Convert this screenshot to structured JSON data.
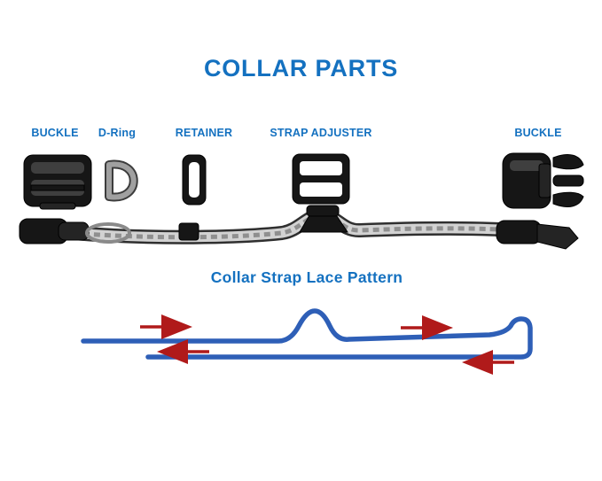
{
  "title": "COLLAR PARTS",
  "parts": {
    "buckle_left": "BUCKLE",
    "d_ring": "D-Ring",
    "retainer": "RETAINER",
    "strap_adjuster": "STRAP ADJUSTER",
    "buckle_right": "BUCKLE"
  },
  "lace_pattern": {
    "title": "Collar Strap Lace Pattern"
  },
  "colors": {
    "heading_blue": "#1471c0",
    "lace_blue": "#2e5fb7",
    "arrow_red": "#b01a1a"
  }
}
